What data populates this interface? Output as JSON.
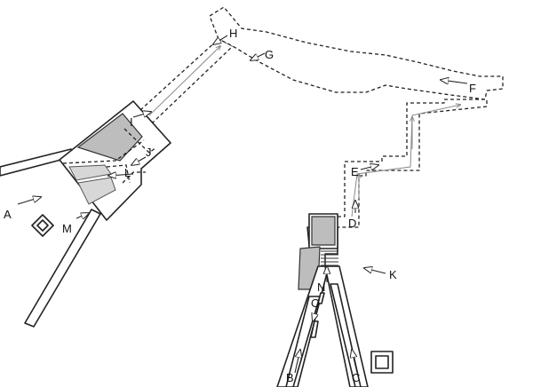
{
  "labels": {
    "A": "A",
    "B": "B",
    "C": "C",
    "D": "D",
    "E": "E",
    "F": "F",
    "G": "G",
    "H": "H",
    "I": "I",
    "J": "J",
    "K": "K",
    "L": "L",
    "M": "M",
    "N": "N",
    "O": "O"
  },
  "colors": {
    "line": "#222222",
    "shade": "#bdbdbd",
    "background": "#ffffff"
  }
}
